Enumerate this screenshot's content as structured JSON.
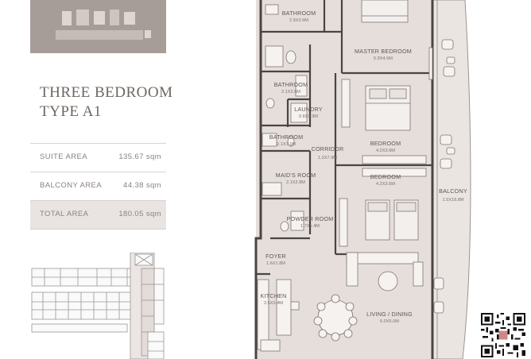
{
  "title": {
    "line1": "THREE BEDROOM",
    "line2": "TYPE A1"
  },
  "areas": [
    {
      "label": "SUITE AREA",
      "value": "135.67 sqm"
    },
    {
      "label": "BALCONY AREA",
      "value": "44.38 sqm"
    },
    {
      "label": "TOTAL AREA",
      "value": "180.05 sqm"
    }
  ],
  "rooms": [
    {
      "name": "BATHROOM",
      "dim": "2.9X3.6M"
    },
    {
      "name": "MASTER BEDROOM",
      "dim": "5.9X4.5M"
    },
    {
      "name": "BATHROOM",
      "dim": "2.1X2.6M"
    },
    {
      "name": "LAUNDRY",
      "dim": "0.8X0.9M"
    },
    {
      "name": "BATHROOM",
      "dim": "2.1X1.1M"
    },
    {
      "name": "CORRIDOR",
      "dim": "1.2X7.9M"
    },
    {
      "name": "BEDROOM",
      "dim": "4.2X3.6M"
    },
    {
      "name": "MAID'S ROOM",
      "dim": "2.1X2.8M"
    },
    {
      "name": "BEDROOM",
      "dim": "4.2X3.6M"
    },
    {
      "name": "BALCONY",
      "dim": "1.5X18.8M"
    },
    {
      "name": "POWDER ROOM",
      "dim": "1.7X1.4M"
    },
    {
      "name": "FOYER",
      "dim": "1.6X1.8M"
    },
    {
      "name": "KITCHEN",
      "dim": "2.5X3.4M"
    },
    {
      "name": "LIVING / DINING",
      "dim": "6.0X5.0M"
    }
  ],
  "colors": {
    "logo_bg": "#a79d98",
    "floor_fill": "#e6dedb",
    "wall": "#4a4442",
    "balcony_fill": "#ebe5e2",
    "total_row_bg": "#e9e4e1"
  },
  "icons": {
    "qr": "qr-code-icon"
  }
}
